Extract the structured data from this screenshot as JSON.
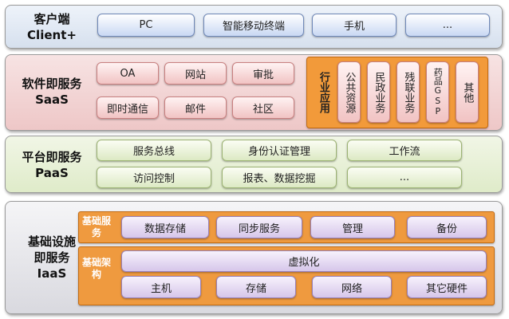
{
  "client": {
    "title": "客户端",
    "subtitle": "Client+",
    "items": [
      "PC",
      "智能移动终端",
      "手机",
      "..."
    ]
  },
  "saas": {
    "title": "软件即服务",
    "subtitle": "SaaS",
    "items": [
      "OA",
      "网站",
      "审批",
      "即时通信",
      "邮件",
      "社区"
    ],
    "industry_label": "行业应用",
    "industry_items": [
      "公共资源",
      "民政业务",
      "残联业务",
      "药品GSP",
      "其他"
    ]
  },
  "paas": {
    "title": "平台即服务",
    "subtitle": "PaaS",
    "items": [
      "服务总线",
      "身份认证管理",
      "工作流",
      "访问控制",
      "报表、数据挖掘",
      "..."
    ]
  },
  "iaas": {
    "title_line1": "基础设施",
    "title_line2": "即服务",
    "subtitle": "IaaS",
    "basic_service_label": "基础服务",
    "basic_service_items": [
      "数据存储",
      "同步服务",
      "管理",
      "备份"
    ],
    "basic_arch_label": "基础架构",
    "virtualization": "虚拟化",
    "basic_arch_items": [
      "主机",
      "存储",
      "网络",
      "其它硬件"
    ]
  }
}
